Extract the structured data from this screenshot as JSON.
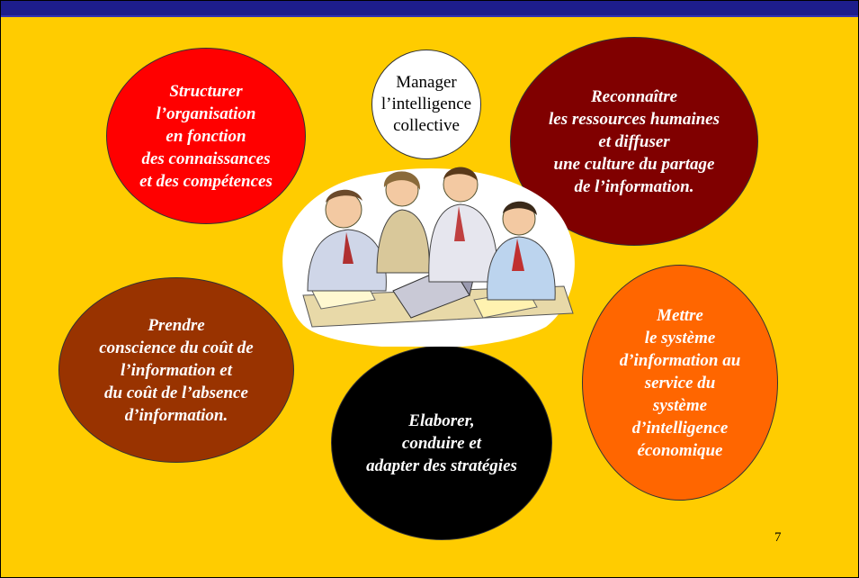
{
  "bubbles": {
    "structurer": "Structurer\nl’organisation\nen fonction\ndes connaissances\net des compétences",
    "reconnaitre": "Reconnaître\nles ressources humaines\net diffuser\nune culture du partage\nde l’information.",
    "prendre": "Prendre\nconscience du coût de\nl’information et\ndu coût de l’absence\nd’information.",
    "elaborer": "Elaborer,\nconduire et\nadapter des stratégies",
    "mettre": "Mettre\nle système\nd’information au\nservice du\nsystème\nd’intelligence\néconomique",
    "manager": "Manager\nl’intelligence\ncollective"
  },
  "page_number": "7",
  "colors": {
    "background": "#ffcc00",
    "header_bar": "#1d1d8c",
    "structurer": "#ff0000",
    "reconnaitre": "#800000",
    "prendre": "#993300",
    "elaborer": "#000000",
    "mettre": "#ff6600",
    "manager": "#ffffff"
  },
  "illustration": "business-team-meeting-clipart"
}
